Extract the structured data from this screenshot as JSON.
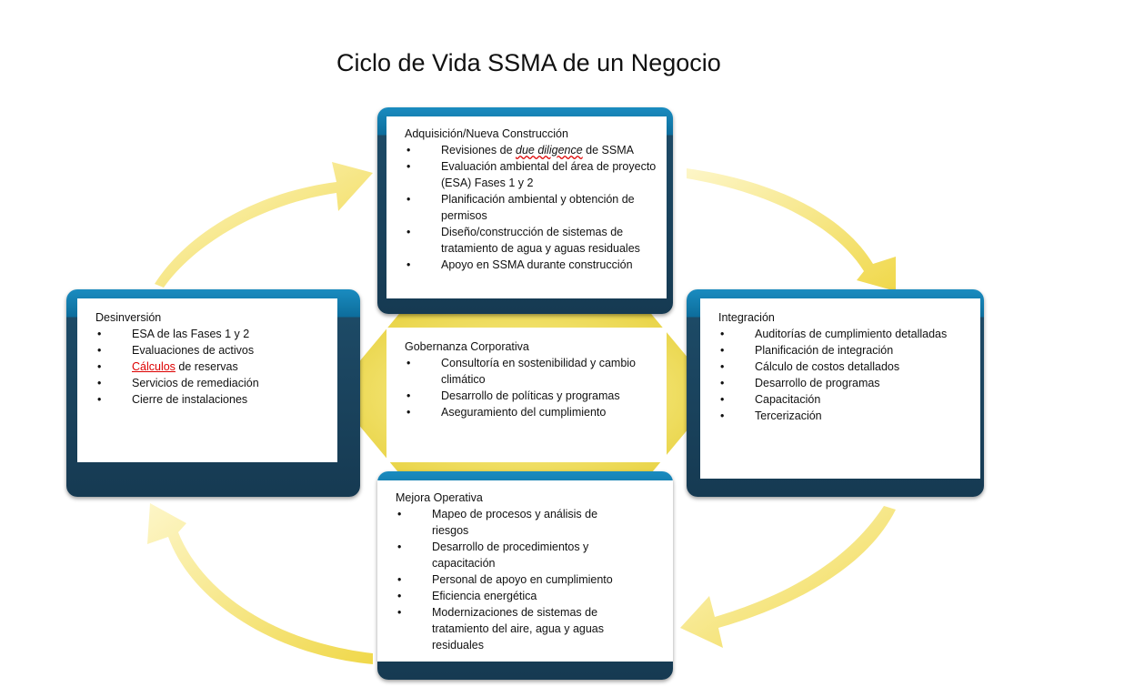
{
  "title": "Ciclo de Vida SSMA de un Negocio",
  "boxes": {
    "top": {
      "heading": "Adquisición/Nueva  Construcción",
      "items": [
        "Revisiones de ",
        "due diligence",
        " de SSMA",
        "Evaluación ambiental del área de proyecto (ESA) Fases 1 y 2",
        "Planificación ambiental y obtención de permisos",
        "Diseño/construcción de sistemas de tratamiento de agua y aguas residuales",
        "Apoyo en SSMA durante construcción"
      ]
    },
    "left": {
      "heading": "Desinversión",
      "items": [
        "ESA de las Fases 1 y 2",
        "Evaluaciones de activos",
        "Cálculos",
        " de reservas",
        "Servicios de remediación",
        "Cierre de instalaciones"
      ]
    },
    "center": {
      "heading": "Gobernanza Corporativa",
      "items": [
        "Consultoría en sostenibilidad y cambio climático",
        "Desarrollo de políticas y programas",
        "Aseguramiento del cumplimiento"
      ]
    },
    "right": {
      "heading": "Integración",
      "items": [
        "Auditorías de cumplimiento detalladas",
        "Planificación de integración",
        "Cálculo de costos detallados",
        "Desarrollo de programas",
        "Capacitación",
        "Tercerización"
      ]
    },
    "bottom": {
      "heading": "Mejora Operativa",
      "items": [
        "Mapeo de procesos y análisis de riesgos",
        "Desarrollo de procedimientos y capacitación",
        "Personal de apoyo en cumplimiento",
        "Eficiencia energética",
        "Modernizaciones de sistemas de tratamiento del aire, agua y aguas residuales"
      ]
    }
  },
  "colors": {
    "arrow": "#f3e27a",
    "box": "#163a52",
    "accent": "#1a8cc0"
  }
}
